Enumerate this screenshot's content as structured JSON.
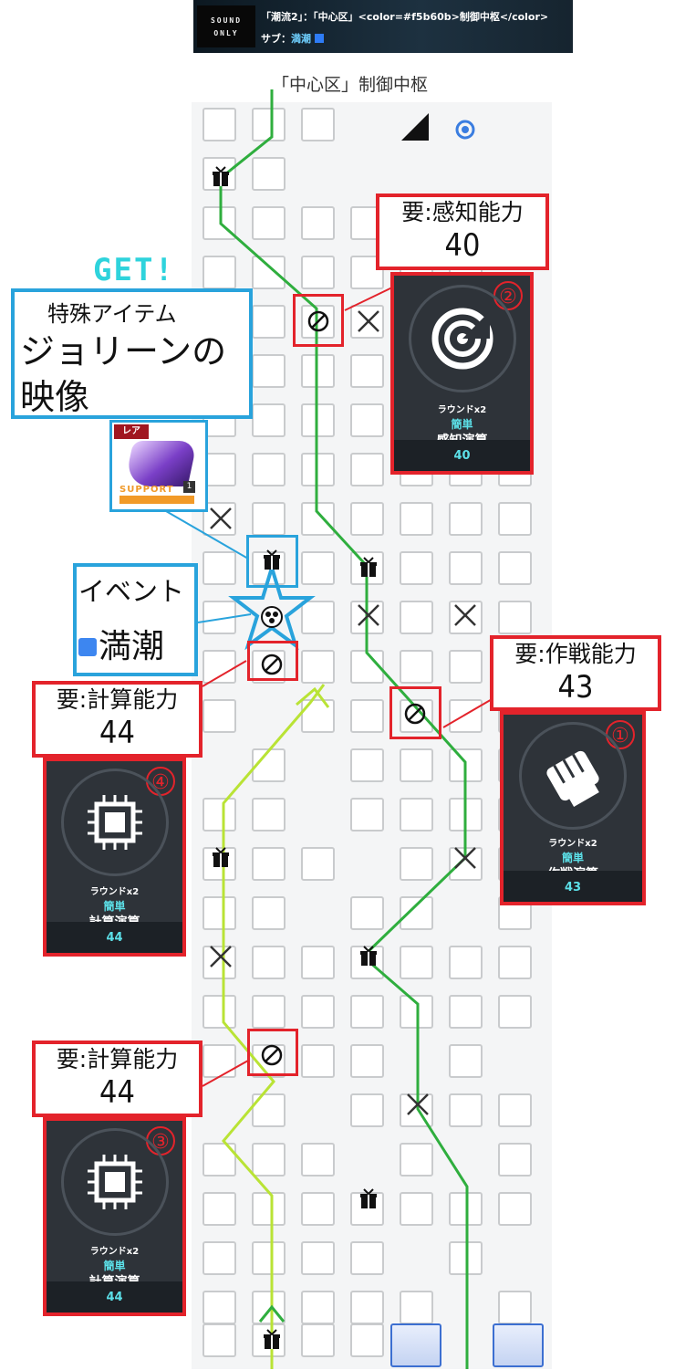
{
  "banner": {
    "logo_line1": "SOUND",
    "logo_line2": "ONLY",
    "title": "「潮流2」：「中心区」<color=#f5b60b>制御中枢</color>",
    "sub_label": "サブ：",
    "sub_value": "満潮"
  },
  "map": {
    "title": "「中心区」制御中枢"
  },
  "requirements": [
    {
      "label": "要:感知能力",
      "value": "40"
    },
    {
      "label": "要:作戦能力",
      "value": "43"
    },
    {
      "label": "要:計算能力",
      "value": "44"
    },
    {
      "label": "要:計算能力",
      "value": "44"
    }
  ],
  "cards": [
    {
      "number": "②",
      "round": "ラウンドx2",
      "difficulty": "簡単",
      "name": "感知演算",
      "value": "40",
      "icon": "radar-icon"
    },
    {
      "number": "①",
      "round": "ラウンドx2",
      "difficulty": "簡単",
      "name": "作戦演算",
      "value": "43",
      "icon": "fist-icon"
    },
    {
      "number": "④",
      "round": "ラウンドx2",
      "difficulty": "簡単",
      "name": "計算演算",
      "value": "44",
      "icon": "chip-icon"
    },
    {
      "number": "③",
      "round": "ラウンドx2",
      "difficulty": "簡単",
      "name": "計算演算",
      "value": "44",
      "icon": "chip-icon"
    }
  ],
  "item": {
    "get_label": "GET!",
    "category": "特殊アイテム",
    "name_line1": "ジョリーンの",
    "name_line2": "映像",
    "rarity": "レア",
    "tag": "SUPPORT",
    "count": "1"
  },
  "event": {
    "label": "イベント",
    "name": "満潮"
  },
  "colors": {
    "route_dark": "#2fae3e",
    "route_light": "#b9e335",
    "annotation_red": "#e3232b",
    "annotation_blue": "#29a3dc",
    "card_accent": "#5ce0e8"
  }
}
